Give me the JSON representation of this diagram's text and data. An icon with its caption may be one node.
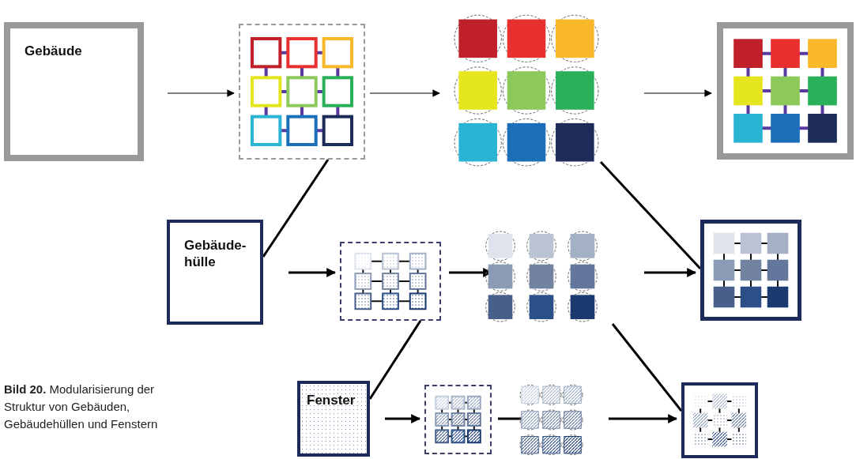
{
  "diagram": {
    "caption": "**Bild 20.** Modularisierung der Struktur von Gebäuden, Gebäudehüllen und Fenstern",
    "nodes": [
      {
        "text": [
          "Gebäude"
        ]
      },
      {
        "text": [],
        "shape": "box"
      },
      {
        "text": [],
        "shape": "circle"
      },
      {
        "text": [],
        "shape": "box"
      },
      {
        "text": [
          "Gebäude- hülle"
        ]
      },
      {
        "text": [],
        "shape": "box"
      },
      {
        "text": [],
        "shape": "circle"
      },
      {
        "text": [],
        "shape": "box"
      },
      {
        "text": [
          "Fenster"
        ]
      },
      {
        "text": [],
        "shape": "box"
      },
      {
        "text": [],
        "shape": "circle"
      },
      {
        "text": [],
        "shape": "box"
      }
    ],
    "edges": [
      {
        "from": 0,
        "to": 1,
        "arrow": "to"
      },
      {
        "from": 1,
        "to": 2,
        "arrow": "to"
      },
      {
        "from": 2,
        "to": 3,
        "arrow": "to"
      },
      {
        "from": 1,
        "to": 4,
        "arrow": "none"
      },
      {
        "from": 4,
        "to": 5,
        "arrow": "to"
      },
      {
        "from": 5,
        "to": 6,
        "arrow": "to"
      },
      {
        "from": 6,
        "to": 7,
        "arrow": "to"
      },
      {
        "from": 2,
        "to": 7,
        "arrow": "none"
      },
      {
        "from": 8,
        "to": 9,
        "arrow": "to"
      },
      {
        "from": 9,
        "to": 10,
        "arrow": "to"
      },
      {
        "from": 10,
        "to": 11,
        "arrow": "to"
      },
      {
        "from": 5,
        "to": 8,
        "arrow": "none"
      },
      {
        "from": 6,
        "to": 11,
        "arrow": "none"
      }
    ]
  }
}
